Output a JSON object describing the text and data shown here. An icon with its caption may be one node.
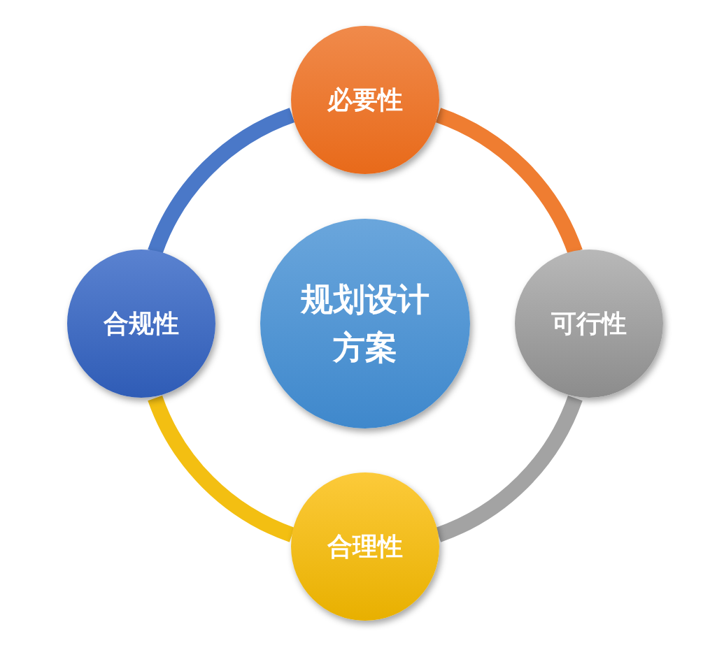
{
  "diagram": {
    "nodes": [
      {
        "text": [
          "必要性"
        ]
      },
      {
        "text": [
          "合规性"
        ]
      },
      {
        "text": [
          "规划设计方案"
        ]
      },
      {
        "text": [
          "可行性"
        ]
      },
      {
        "text": [
          "合理性"
        ]
      }
    ],
    "edges": [
      {
        "from": 0,
        "to": 3,
        "arrow": "none",
        "color": "#ef7d31"
      },
      {
        "from": 3,
        "to": 4,
        "arrow": "none",
        "color": "#a3a3a3"
      },
      {
        "from": 4,
        "to": 1,
        "arrow": "none",
        "color": "#f3bf12"
      },
      {
        "from": 1,
        "to": 0,
        "arrow": "none",
        "color": "#4a78c8"
      }
    ]
  }
}
